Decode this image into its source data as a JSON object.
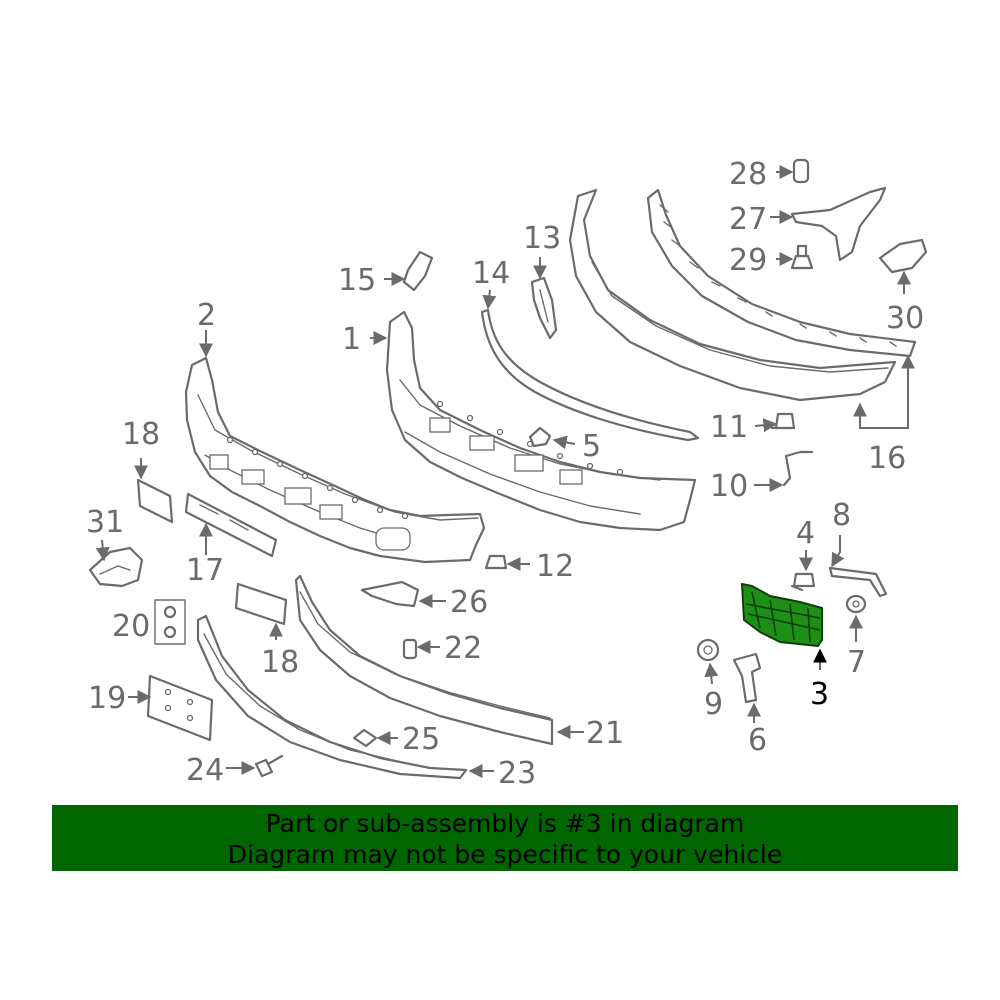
{
  "diagram": {
    "highlighted_part": "3",
    "callouts": [
      "1",
      "2",
      "3",
      "4",
      "5",
      "6",
      "7",
      "8",
      "9",
      "10",
      "11",
      "12",
      "13",
      "14",
      "15",
      "16",
      "17",
      "18",
      "18",
      "19",
      "20",
      "21",
      "22",
      "23",
      "24",
      "25",
      "26",
      "27",
      "28",
      "29",
      "30",
      "31"
    ]
  },
  "banner": {
    "line1": "Part or sub-assembly is #3 in diagram",
    "line2": "Diagram may not be specific to your vehicle",
    "background": "#006600"
  },
  "colors": {
    "linework": "#6b6b6b",
    "highlight_fill": "#1e8f16"
  }
}
